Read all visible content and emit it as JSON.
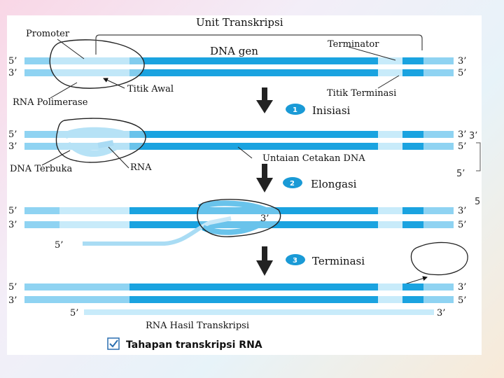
{
  "labels": {
    "unit": "Unit Transkripsi",
    "promoter": "Promoter",
    "dna_gen": "DNA gen",
    "terminator": "Terminator",
    "titik_awal": "Titik Awal",
    "rna_polimerase": "RNA Polimerase",
    "titik_terminasi": "Titik Terminasi",
    "dna_terbuka": "DNA Terbuka",
    "rna": "RNA",
    "untaian": "Untaian Cetakan DNA",
    "rna_hasil": "RNA Hasil Transkripsi"
  },
  "steps": [
    {
      "num": "1",
      "label": "Inisiasi"
    },
    {
      "num": "2",
      "label": "Elongasi"
    },
    {
      "num": "3",
      "label": "Terminasi"
    }
  ],
  "ends": {
    "five": "5’",
    "three": "3’"
  },
  "side_marks": {
    "three": "3’",
    "five": "5’",
    "five_plain": "5"
  },
  "caption": "Tahapan transkripsi RNA",
  "colors": {
    "dna_dark": "#1aa3e0",
    "dna_light": "#8fd3f2",
    "rna": "#a9dcf4",
    "step": "#1a9ad6"
  }
}
